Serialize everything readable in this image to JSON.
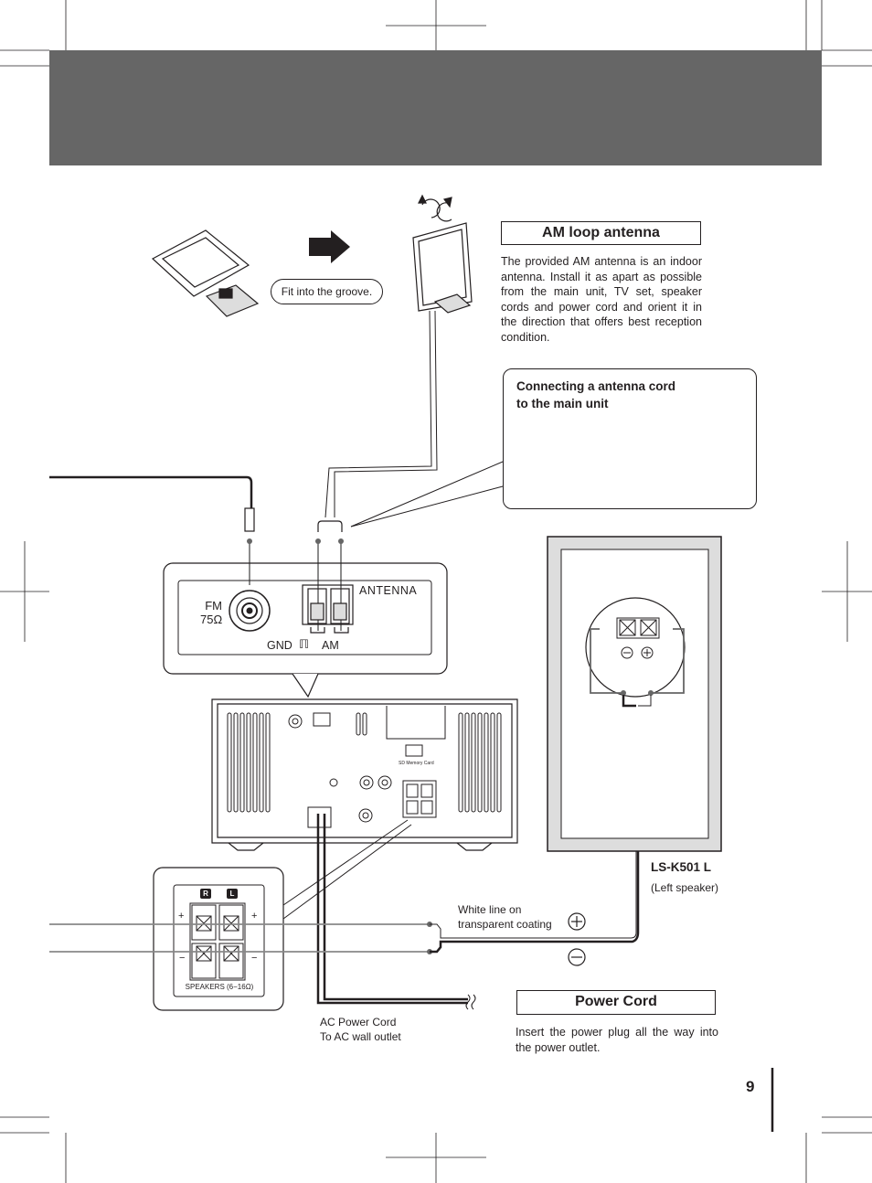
{
  "header": {
    "background": "#666666"
  },
  "am_antenna": {
    "title": "AM loop antenna",
    "body": "The provided AM antenna is an indoor antenna. Install it as apart as possible from the main unit, TV set, speaker cords and power cord and orient it in the direction that offers best reception condition.",
    "callout": "Fit into the groove."
  },
  "connecting": {
    "title_line1": "Connecting a antenna cord",
    "title_line2": "to the main unit"
  },
  "antenna_panel": {
    "fm_label": "FM",
    "fm_impedance": "75Ω",
    "antenna_label": "ANTENNA",
    "gnd_label": "GND",
    "am_label": "AM"
  },
  "unit": {
    "sd_label": "SD Memory Card"
  },
  "speaker_terminals": {
    "r_label": "R",
    "l_label": "L",
    "plus": "+",
    "minus": "−",
    "label": "SPEAKERS (6−16Ω)"
  },
  "speaker": {
    "model": "LS-K501 L",
    "desc": "(Left speaker)",
    "wire_note_line1": "White line on",
    "wire_note_line2": "transparent coating"
  },
  "power": {
    "cord_line1": "AC Power Cord",
    "cord_line2": "To AC wall outlet",
    "title": "Power Cord",
    "body": "Insert the power plug all the way into the power outlet."
  },
  "page_number": "9"
}
